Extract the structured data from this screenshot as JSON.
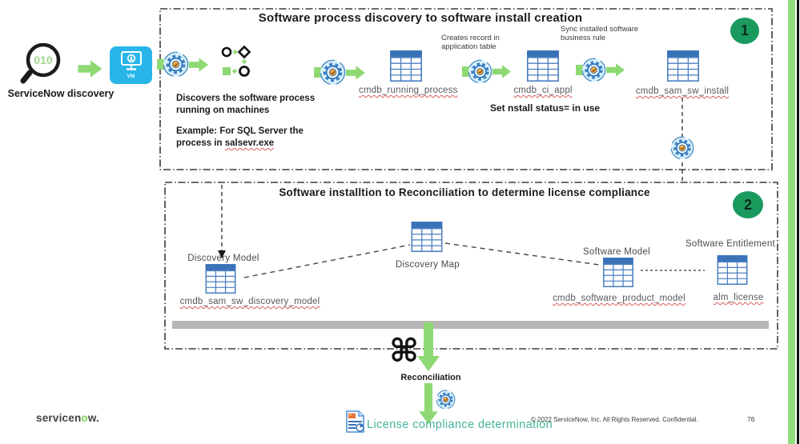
{
  "intro": {
    "magnifier_text": "010",
    "discovery_label": "ServiceNow discovery",
    "vm_label": "VM"
  },
  "box1": {
    "badge": "1",
    "title": "Software process discovery to software install creation",
    "notes": {
      "discovers": "Discovers the software process\nrunning on machines",
      "example_line1": "Example: For SQL Server the",
      "example_prefix": "process in ",
      "example_exe": "salsevr.exe"
    },
    "annotations": {
      "creates_record": "Creates record in\napplication table",
      "sync_installed": "Sync installed software\nbusiness rule",
      "set_install": "Set nstall status= in use"
    },
    "tables": {
      "running_process": "cmdb_running_process",
      "ci_appl": "cmdb_ci_appl",
      "sam_sw_install": "cmdb_sam_sw_install"
    }
  },
  "box2": {
    "badge": "2",
    "title": "Software installtion to Reconciliation to determine license compliance",
    "tables": {
      "discovery_model": {
        "title": "Discovery Model",
        "name": "cmdb_sam_sw_discovery_model"
      },
      "discovery_map": {
        "title": "Discovery Map"
      },
      "software_model": {
        "title": "Software Model",
        "name": "cmdb_software_product_model"
      },
      "software_entitlement": {
        "title": "Software  Entitlement",
        "name": "alm_license"
      }
    }
  },
  "bottom": {
    "command_symbol": "⌘",
    "reconciliation_label": "Reconciliation",
    "license_label": "License compliance determination"
  },
  "footer": {
    "logo_part1": "servicen",
    "logo_part2": "o",
    "logo_part3": "w.",
    "copyright": "© 2022 ServiceNow, Inc. All Rights Reserved. Confidential.",
    "page_number": "76"
  },
  "colors": {
    "arrow_green": "#8ed973",
    "badge_green": "#1b9a5e",
    "vm_blue": "#29b5e8",
    "table_blue": "#3a72b8",
    "license_teal": "#45b39c",
    "squiggle_red": "#d85a5a",
    "gray_bar": "#b7b7b7"
  }
}
